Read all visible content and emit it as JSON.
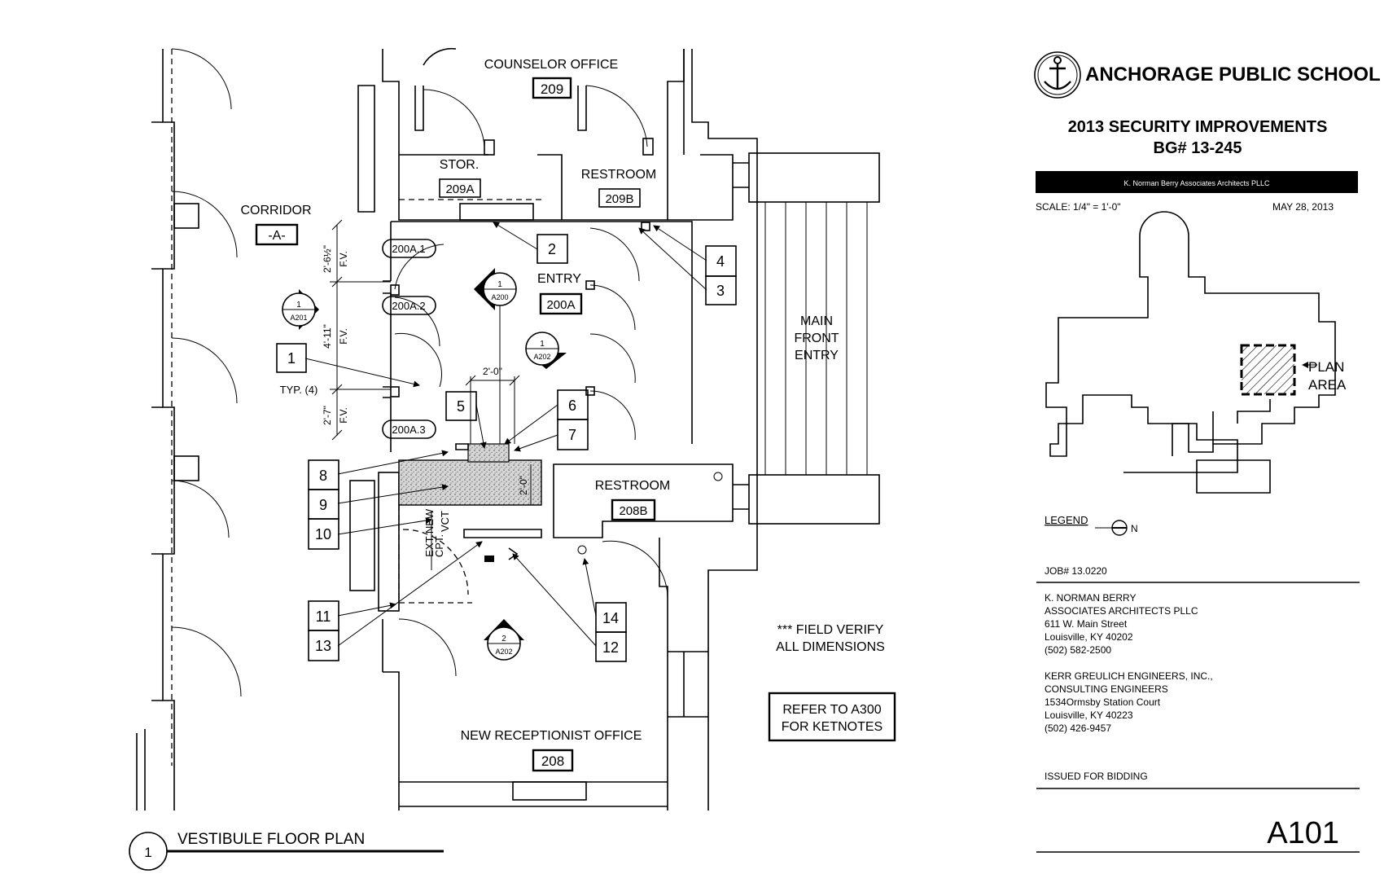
{
  "rooms": {
    "counselor": {
      "name": "COUNSELOR OFFICE",
      "number": "209"
    },
    "storage": {
      "name": "STOR.",
      "number": "209A"
    },
    "restroom_209b": {
      "name": "RESTROOM",
      "number": "209B"
    },
    "corridor": {
      "name": "CORRIDOR",
      "tag": "-A-"
    },
    "entry": {
      "name": "ENTRY",
      "number": "200A"
    },
    "restroom_208b": {
      "name": "RESTROOM",
      "number": "208B"
    },
    "receptionist": {
      "name": "NEW RECEPTIONIST OFFICE",
      "number": "208"
    },
    "main_entry": [
      "MAIN",
      "FRONT",
      "ENTRY"
    ]
  },
  "doors": [
    "200A.1",
    "200A.2",
    "200A.3"
  ],
  "dimensions": {
    "d1": "2'-6½\"",
    "d1_note": "F.V.",
    "d2": "4'-11\"",
    "d2_note": "F.V.",
    "d3": "2'-7\"",
    "d3_note": "F.V.",
    "width": "2'-0\"",
    "height": "2'-0\"",
    "typ": "TYP. (4)"
  },
  "flooring": {
    "left": "EXT.",
    "left2": "CPT.",
    "right": "NEW",
    "right2": "VCT"
  },
  "keynotes": [
    "1",
    "2",
    "3",
    "4",
    "5",
    "6",
    "7",
    "8",
    "9",
    "10",
    "11",
    "12",
    "13",
    "14"
  ],
  "section_markers": [
    {
      "num": "1",
      "sheet": "A201"
    },
    {
      "num": "1",
      "sheet": "A200"
    },
    {
      "num": "1",
      "sheet": "A202"
    },
    {
      "num": "2",
      "sheet": "A202"
    }
  ],
  "notes": {
    "field_verify": [
      "*** FIELD VERIFY",
      "ALL DIMENSIONS"
    ],
    "refer": [
      "REFER TO A300",
      "FOR KETNOTES"
    ]
  },
  "drawing_title": {
    "number": "1",
    "text": "VESTIBULE FLOOR PLAN"
  },
  "title_block": {
    "school": "ANCHORAGE PUBLIC SCHOOL",
    "project": "2013 SECURITY IMPROVEMENTS",
    "bg_number": "BG# 13-245",
    "firm_banner": "K. Norman Berry Associates Architects PLLC",
    "scale": "SCALE: 1/4\" = 1'-0\"",
    "date": "MAY 28, 2013",
    "key_plan_label": [
      "PLAN",
      "AREA"
    ],
    "legend": "LEGEND",
    "north": "N",
    "job": "JOB# 13.0220",
    "architect": [
      "K. NORMAN BERRY",
      "ASSOCIATES ARCHITECTS PLLC",
      "611 W. Main Street",
      "Louisville, KY 40202",
      "(502) 582-2500"
    ],
    "engineer": [
      "KERR GREULICH ENGINEERS, INC.,",
      "CONSULTING ENGINEERS",
      "1534Ormsby Station Court",
      "Louisville, KY 40223",
      "(502) 426-9457"
    ],
    "issued": "ISSUED FOR BIDDING",
    "sheet": "A101"
  }
}
